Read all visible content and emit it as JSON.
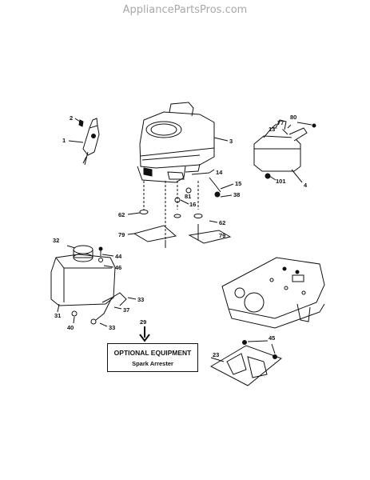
{
  "watermark": "AppliancePartsPros.com",
  "optional_box": {
    "title": "OPTIONAL EQUIPMENT",
    "subtitle": "Spark Arrester"
  },
  "callouts": {
    "c1": "1",
    "c2": "2",
    "c3": "3",
    "c4": "4",
    "c13": "13",
    "c14": "14",
    "c15": "15",
    "c16": "16",
    "c23": "23",
    "c29": "29",
    "c31": "31",
    "c32": "32",
    "c33a": "33",
    "c33b": "33",
    "c37": "37",
    "c38": "38",
    "c40": "40",
    "c44": "44",
    "c45": "45",
    "c46": "46",
    "c62a": "62",
    "c62b": "62",
    "c77": "77",
    "c79a": "79",
    "c79b": "79",
    "c80": "80",
    "c81": "81",
    "c101": "101"
  }
}
